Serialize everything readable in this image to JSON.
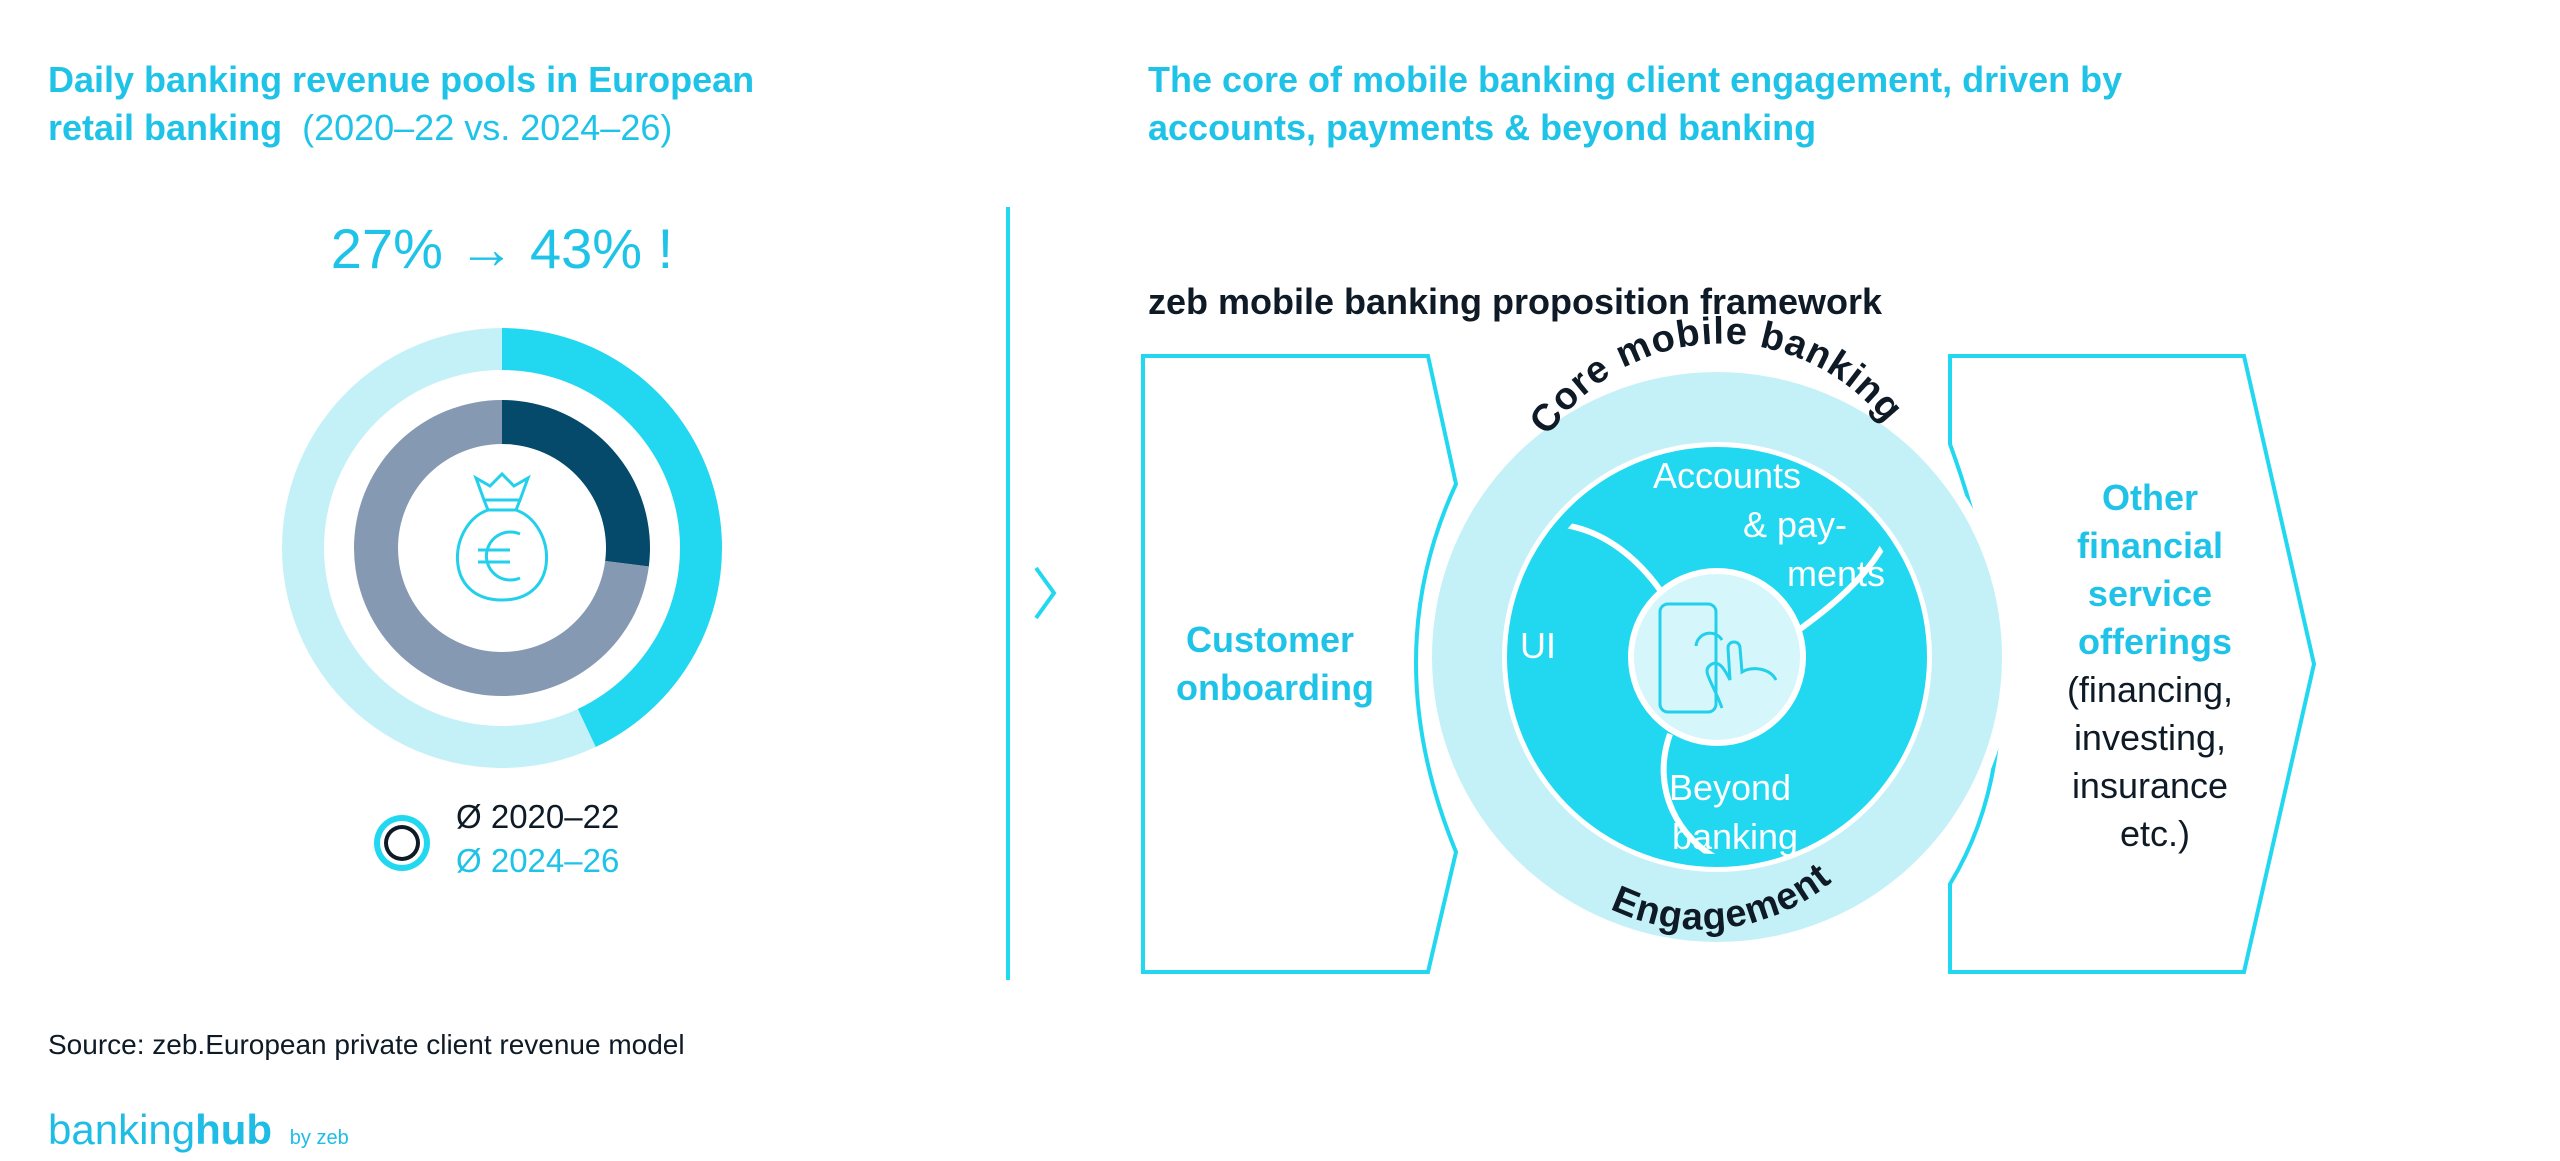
{
  "colors": {
    "cyan": "#22d8f0",
    "cyan_text": "#1fc3e8",
    "light_cyan": "#c4f1f7",
    "navy": "#054a6a",
    "gray_blue": "#8599b2",
    "pale": "#d5f6fa",
    "black": "#0e1a26",
    "white": "#ffffff"
  },
  "left_panel": {
    "title_bold_1": "Daily banking revenue pools in European",
    "title_bold_2": "retail banking",
    "title_light_2": "(2020–22 vs. 2024–26)",
    "headline": "27% → 43% !",
    "center_icon": "money-bag-euro-icon",
    "legend": [
      {
        "label": "Ø 2020–22"
      },
      {
        "label": "Ø 2024–26"
      }
    ]
  },
  "chart_data": {
    "type": "pie",
    "style": "nested-donut",
    "series": [
      {
        "name": "Ø 2020–22",
        "values": [
          27,
          73
        ]
      },
      {
        "name": "Ø 2024–26",
        "values": [
          43,
          57
        ]
      }
    ],
    "unit": "%"
  },
  "right_panel": {
    "title_1": "The core of mobile banking client engagement, driven by",
    "title_2": "accounts, payments & beyond banking",
    "framework_title": "zeb mobile banking proposition framework",
    "left_box": [
      "Customer",
      "onboarding"
    ],
    "ring_top_label": "Core mobile banking",
    "ring_bottom_label": "Engagement",
    "segment_accounts": [
      "Accounts",
      "& pay-",
      "ments"
    ],
    "segment_ui": "UI",
    "segment_beyond": [
      "Beyond",
      "banking"
    ],
    "center_icon": "smartphone-tap-icon",
    "right_box_bold": [
      "Other",
      "financial",
      "service",
      "offerings"
    ],
    "right_box_regular": [
      "(financing,",
      "investing,",
      "insurance",
      "etc.)"
    ]
  },
  "footer": {
    "source": "Source: zeb.European private client revenue model",
    "logo_main_1": "banking",
    "logo_main_2": "hub",
    "logo_by": "by zeb"
  }
}
